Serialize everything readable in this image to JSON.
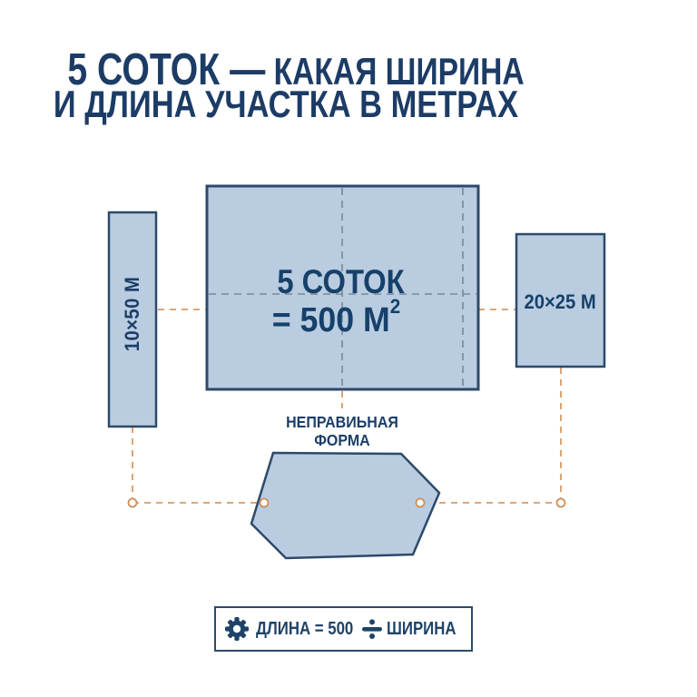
{
  "title": {
    "line1_big": "5 СОТОК —",
    "line1_rest": " КАКАЯ ШИРИНА",
    "line2": "И ДЛИНА УЧАСТКА В МЕТРАХ"
  },
  "plots": {
    "main": {
      "label_line1": "5 СОТОК",
      "label_line2_base": "= 500 М",
      "label_line2_sup": "2"
    },
    "left_strip": {
      "label": "10×50 М"
    },
    "right_block": {
      "label": "20×25 М"
    },
    "irregular": {
      "label_line1": "НЕПРАВИЬНАЯ",
      "label_line2": "ФОРМА"
    }
  },
  "formula": {
    "icon": "gear-icon",
    "prefix": "ДЛИНА = 500",
    "operator": "÷",
    "suffix": "ШИРИНА"
  },
  "colors": {
    "background": "#ffffff",
    "shape_fill": "#bacce0",
    "shape_stroke": "#2c4a6b",
    "text_navy": "#1b3e68",
    "connector_orange": "#d89a64",
    "inner_dash_gray": "#78889a"
  }
}
